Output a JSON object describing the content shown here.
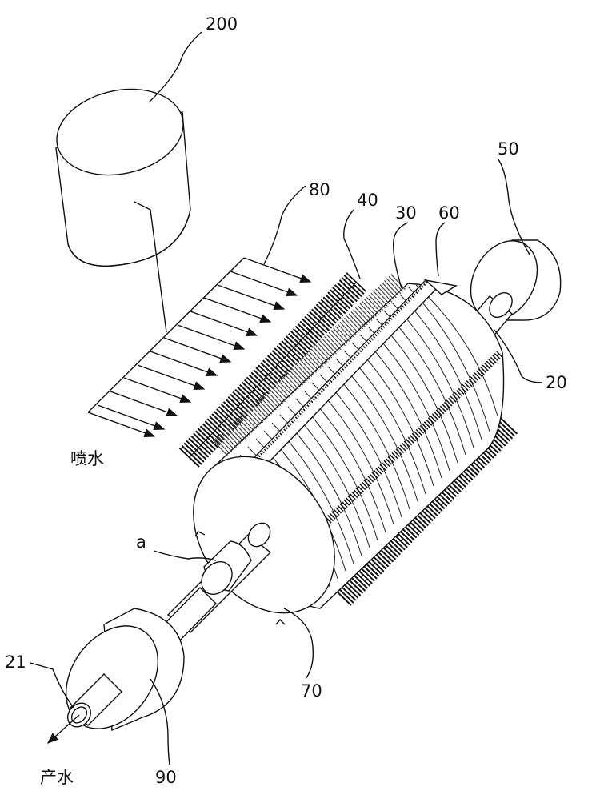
{
  "labels": {
    "l200": "200",
    "l80": "80",
    "l40": "40",
    "l30": "30",
    "l60": "60",
    "l50": "50",
    "l20": "20",
    "la": "a",
    "l70": "70",
    "l21": "21",
    "l90": "90",
    "spray_water": "喷水",
    "product_water": "产水"
  },
  "colors": {
    "line": "#111111",
    "background": "#ffffff"
  }
}
